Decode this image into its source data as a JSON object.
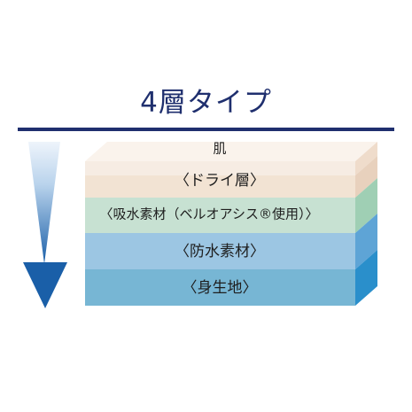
{
  "title": "4層タイプ",
  "layers": [
    {
      "label": "肌",
      "front": "#f6ece3",
      "side": "#efdccb",
      "top": "#faf3ec"
    },
    {
      "label": "〈ドライ層〉",
      "front": "#f2e3d3",
      "side": "#e8d1bd"
    },
    {
      "label": "〈吸水素材（ベルオアシス®使用）〉",
      "front": "#c7e1d2",
      "side": "#9fcfb4"
    },
    {
      "label": "〈防水素材〉",
      "front": "#9cc6e3",
      "side": "#5ea4d6"
    },
    {
      "label": "〈身生地〉",
      "front": "#77b6d4",
      "side": "#2a8fcb"
    }
  ],
  "colors": {
    "title": "#1f2f6e",
    "arrow_dark": "#1a5fa8",
    "arrow_light": "#eef4fb"
  },
  "icons": {
    "arrow": "down-arrow-icon"
  }
}
